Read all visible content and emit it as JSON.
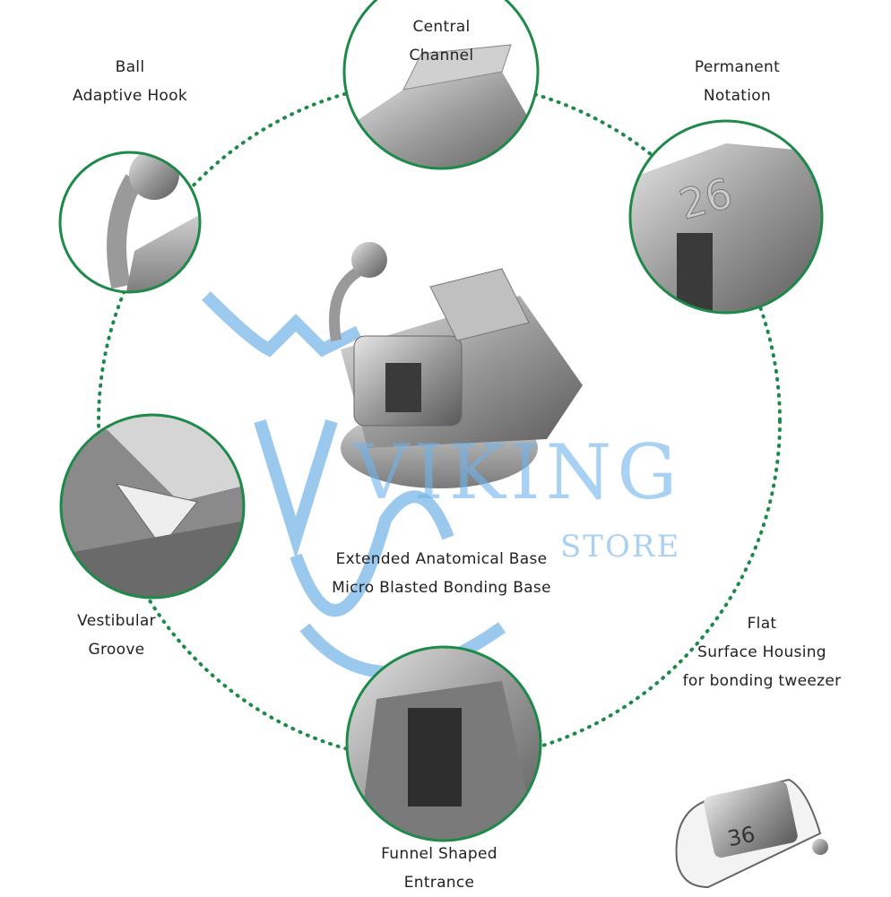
{
  "features": {
    "central_channel": [
      "Central",
      "Channel"
    ],
    "ball_hook": [
      "Ball",
      "Adaptive Hook"
    ],
    "permanent_notation": [
      "Permanent",
      "Notation"
    ],
    "vestibular_groove": [
      "Vestibular",
      "Groove"
    ],
    "flat_surface": [
      "Flat",
      "Surface Housing",
      "for bonding tweezer"
    ],
    "funnel_entrance": [
      "Funnel Shaped",
      "Entrance"
    ],
    "base": [
      "Extended Anatomical Base",
      "Micro Blasted Bonding Base"
    ]
  },
  "bracket_number": "36",
  "watermark": {
    "brand": "VIKING",
    "sub": "STORE"
  },
  "colors": {
    "ring": "#1e8a4a",
    "watermark": "#4a9ee0",
    "metal": "#a8a8a8"
  }
}
